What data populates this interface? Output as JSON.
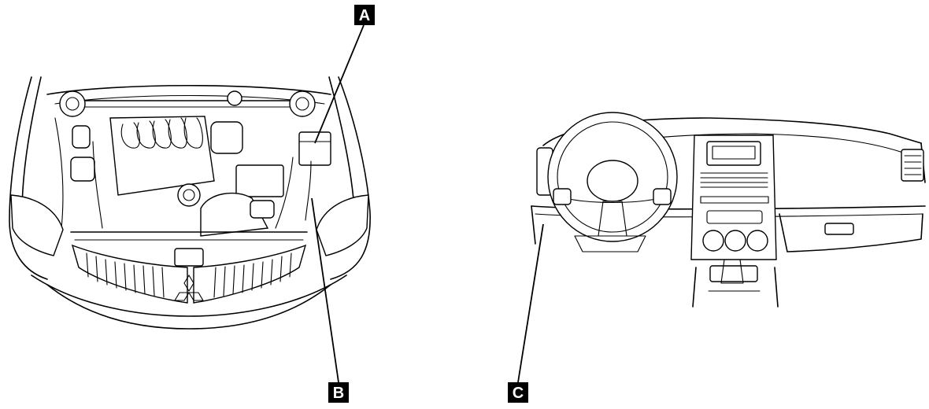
{
  "callouts": {
    "a": "A",
    "b": "B",
    "c": "C"
  },
  "icons": {
    "engine": "engine-bay-illustration",
    "dashboard": "dashboard-illustration",
    "logo": "three-diamond-logo"
  },
  "colors": {
    "ink": "#000000",
    "paper": "#ffffff"
  }
}
